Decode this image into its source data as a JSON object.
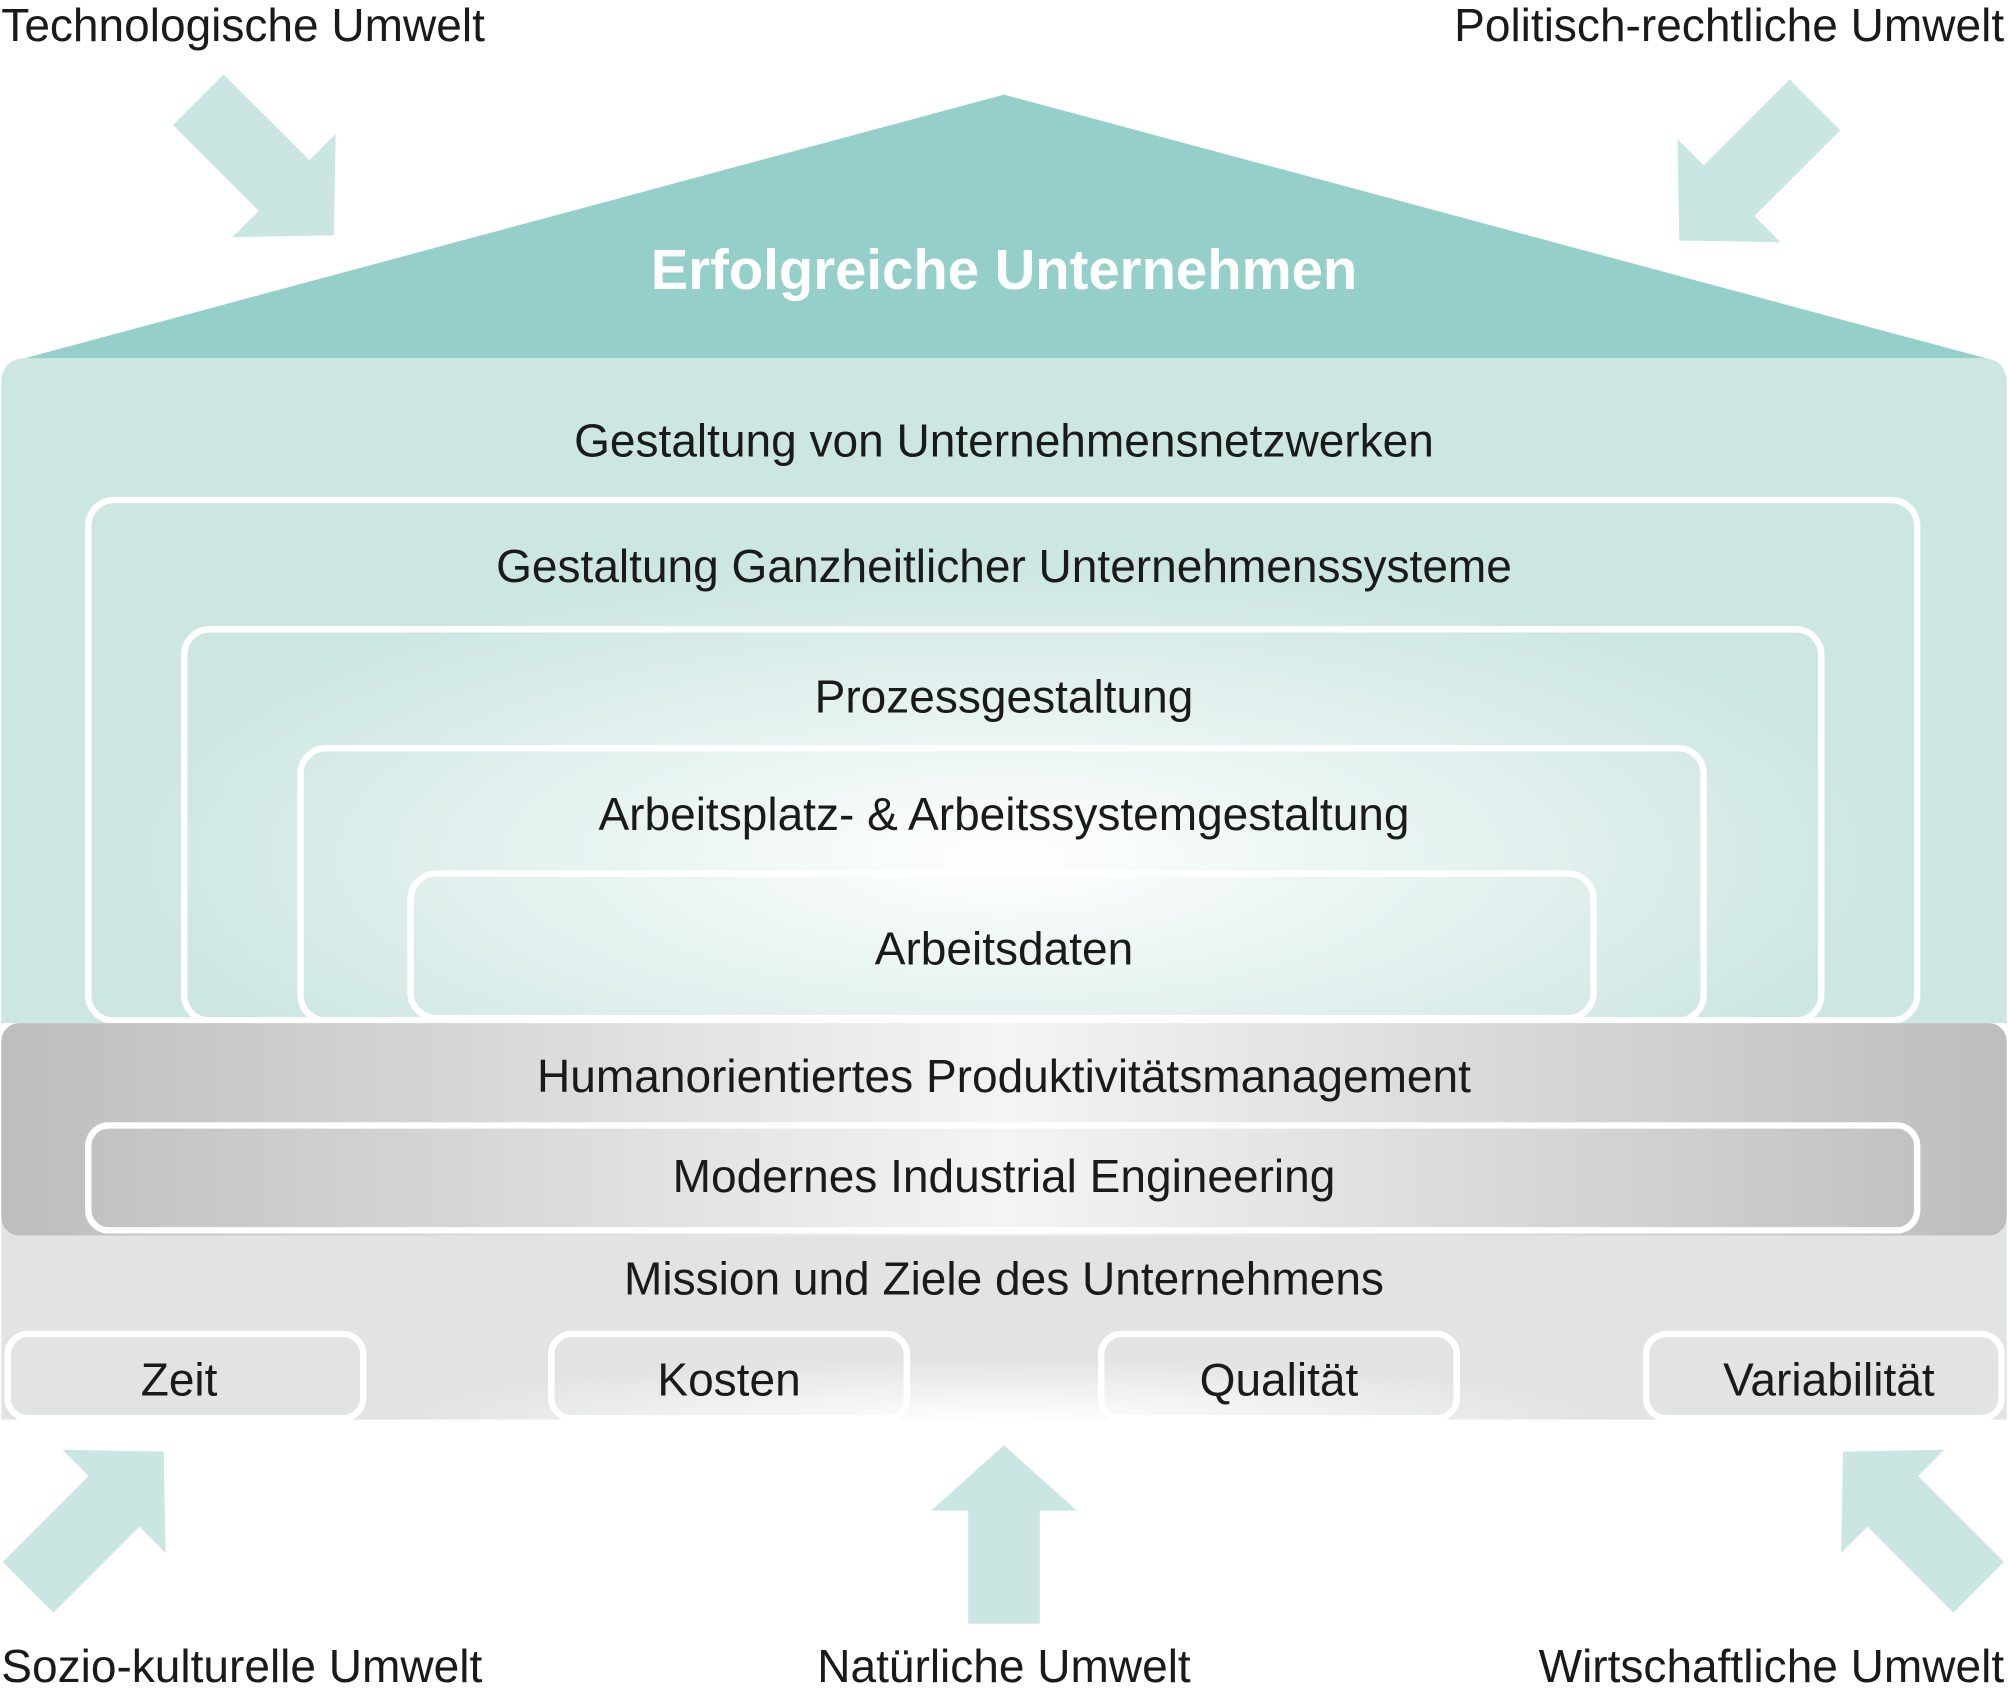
{
  "environments": {
    "technological": "Technologische Umwelt",
    "political_legal": "Politisch-rechtliche Umwelt",
    "socio_cultural": "Sozio-kulturelle Umwelt",
    "natural": "Natürliche Umwelt",
    "economic": "Wirtschaftliche Umwelt"
  },
  "roof": {
    "title": "Erfolgreiche Unternehmen"
  },
  "levels": {
    "networks": "Gestaltung von Unternehmensnetzwerken",
    "holistic_systems": "Gestaltung Ganzheitlicher Unternehmenssysteme",
    "process": "Prozessgestaltung",
    "workplace": "Arbeitsplatz- & Arbeitssystemgestaltung",
    "work_data": "Arbeitsdaten"
  },
  "foundation": {
    "productivity": "Humanorientiertes Produktivitätsmanagement",
    "industrial_engineering": "Modernes Industrial Engineering",
    "mission": "Mission und Ziele des Unternehmens",
    "pillars": [
      "Zeit",
      "Kosten",
      "Qualität",
      "Variabilität"
    ]
  },
  "colors": {
    "roof": "#94d0c9",
    "body": "#cce6e2",
    "band": "#bdbdbd",
    "base": "#e2e3e3",
    "arrow": "#c9e6e2"
  }
}
